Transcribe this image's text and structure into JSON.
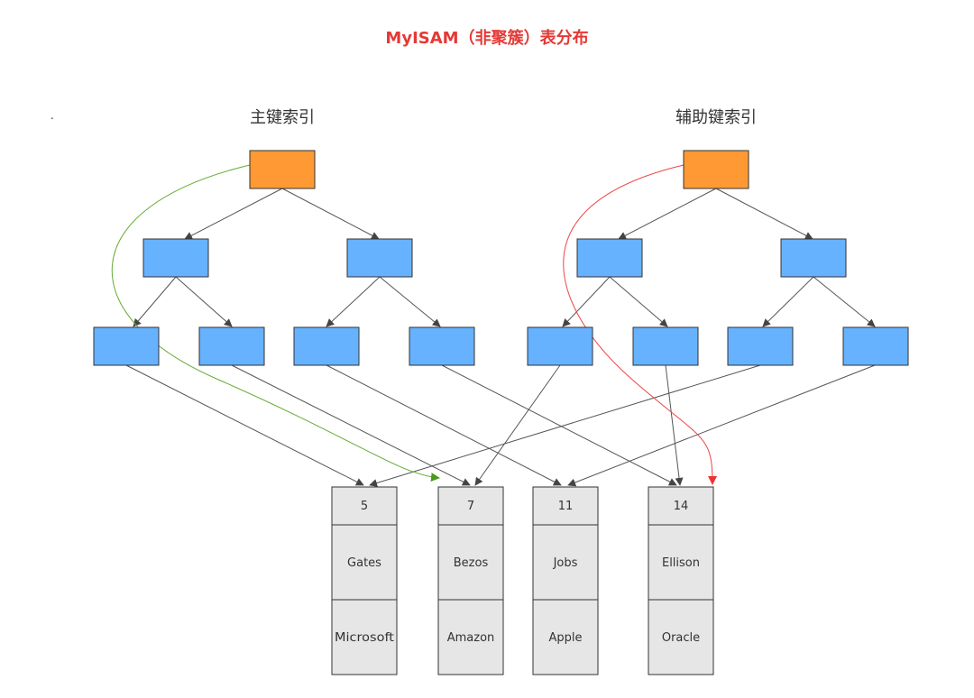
{
  "title": "MyISAM（非聚簇）表分布",
  "decor_dot": ".",
  "primary_index": {
    "label": "主键索引"
  },
  "secondary_index": {
    "label": "辅助键索引"
  },
  "colors": {
    "root_fill": "#FF9933",
    "node_fill": "#66B2FF",
    "cell_fill": "#E6E6E6",
    "edge": "#555555",
    "primary_path": "#66AA33",
    "secondary_path": "#FF4444",
    "title": "#E53935"
  },
  "records": [
    {
      "id": "5",
      "name": "Gates",
      "company": "Microsoft"
    },
    {
      "id": "7",
      "name": "Bezos",
      "company": "Amazon"
    },
    {
      "id": "11",
      "name": "Jobs",
      "company": "Apple"
    },
    {
      "id": "14",
      "name": "Ellison",
      "company": "Oracle"
    }
  ]
}
